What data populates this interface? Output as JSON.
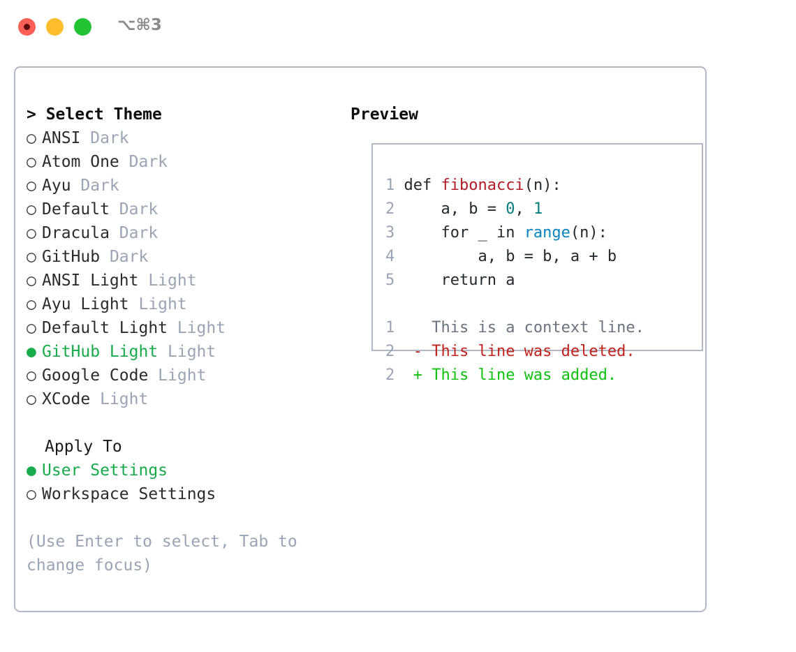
{
  "titlebar": {
    "shortcut": "⌥⌘3",
    "buttons": [
      {
        "name": "close",
        "color": "#ff5f57"
      },
      {
        "name": "minimize",
        "color": "#ffbd2e"
      },
      {
        "name": "zoom",
        "color": "#23c434"
      }
    ]
  },
  "theme_picker": {
    "header": "> Select Theme",
    "selected_theme": "GitHub Light",
    "items": [
      {
        "marker": "○",
        "name": "ANSI",
        "kind": "Dark",
        "selected": false
      },
      {
        "marker": "○",
        "name": "Atom One",
        "kind": "Dark",
        "selected": false
      },
      {
        "marker": "○",
        "name": "Ayu",
        "kind": "Dark",
        "selected": false
      },
      {
        "marker": "○",
        "name": "Default",
        "kind": "Dark",
        "selected": false
      },
      {
        "marker": "○",
        "name": "Dracula",
        "kind": "Dark",
        "selected": false
      },
      {
        "marker": "○",
        "name": "GitHub",
        "kind": "Dark",
        "selected": false
      },
      {
        "marker": "○",
        "name": "ANSI Light",
        "kind": "Light",
        "selected": false
      },
      {
        "marker": "○",
        "name": "Ayu Light",
        "kind": "Light",
        "selected": false
      },
      {
        "marker": "○",
        "name": "Default Light",
        "kind": "Light",
        "selected": false
      },
      {
        "marker": "●",
        "name": "GitHub Light",
        "kind": "Light",
        "selected": true
      },
      {
        "marker": "○",
        "name": "Google Code",
        "kind": "Light",
        "selected": false
      },
      {
        "marker": "○",
        "name": "XCode",
        "kind": "Light",
        "selected": false
      }
    ]
  },
  "apply_to": {
    "header": "Apply To",
    "selected_option": "User Settings",
    "options": [
      {
        "marker": "●",
        "name": "User Settings",
        "selected": true
      },
      {
        "marker": "○",
        "name": "Workspace Settings",
        "selected": false
      }
    ]
  },
  "hint": "(Use Enter to select, Tab to change focus)",
  "preview": {
    "header": "Preview",
    "code_lines": [
      {
        "num": "1",
        "tokens": [
          {
            "text": "def ",
            "type": "plain"
          },
          {
            "text": "fibonacci",
            "type": "fn"
          },
          {
            "text": "(n):",
            "type": "plain"
          }
        ]
      },
      {
        "num": "2",
        "tokens": [
          {
            "text": "    a, b = ",
            "type": "plain"
          },
          {
            "text": "0",
            "type": "num"
          },
          {
            "text": ", ",
            "type": "plain"
          },
          {
            "text": "1",
            "type": "num"
          }
        ]
      },
      {
        "num": "3",
        "tokens": [
          {
            "text": "    for _ in ",
            "type": "plain"
          },
          {
            "text": "range",
            "type": "call"
          },
          {
            "text": "(n):",
            "type": "plain"
          }
        ]
      },
      {
        "num": "4",
        "tokens": [
          {
            "text": "        a, b = b, a + b",
            "type": "plain"
          }
        ]
      },
      {
        "num": "5",
        "tokens": [
          {
            "text": "    return a",
            "type": "plain"
          }
        ]
      }
    ],
    "diff_lines": [
      {
        "num": "1",
        "marker": " ",
        "text": "This is a context line.",
        "type": "context"
      },
      {
        "num": "2",
        "marker": "-",
        "text": "This line was deleted.",
        "type": "deleted"
      },
      {
        "num": "2",
        "marker": "+",
        "text": "This line was added.",
        "type": "added"
      }
    ]
  },
  "colors": {
    "accent_green": "#17ab4b",
    "muted": "#9aa4b4",
    "border": "#aeb8c6",
    "diff_added": "#0ec20e",
    "diff_deleted": "#c4231c",
    "diff_context": "#6a737d",
    "syntax_function": "#b31d28",
    "syntax_number": "#077d7d",
    "syntax_call": "#0a84c1"
  }
}
